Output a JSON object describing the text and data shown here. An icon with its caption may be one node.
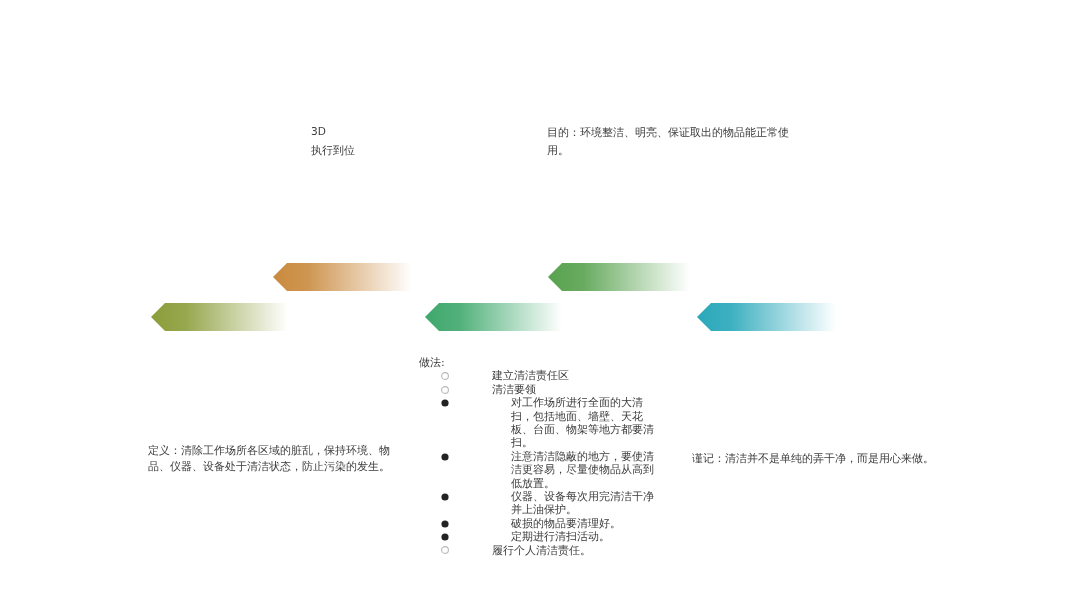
{
  "diagram": {
    "labels": [
      "3D",
      "执行到位",
      "目的：环境整洁、明亮、保证取出的物品能正常使用。",
      "定义：清除工作场所各区域的脏乱，保持环境、物品、仪器、设备处于清洁状态，防止污染的发生。",
      "做法:",
      "建立清洁责任区",
      "清洁要领",
      "对工作场所进行全面的大清扫，包括地面、墙壁、天花板、台面、物架等地方都要清扫。",
      "注意清洁隐蔽的地方，要使清洁更容易，尽量使物品从高到低放置。",
      "仪器、设备每次用完清洁干净并上油保护。",
      "破损的物品要清理好。",
      "定期进行清扫活动。",
      "履行个人清洁责任。",
      "谨记：清洁并不是单纯的弄干净，而是用心来做。"
    ]
  }
}
